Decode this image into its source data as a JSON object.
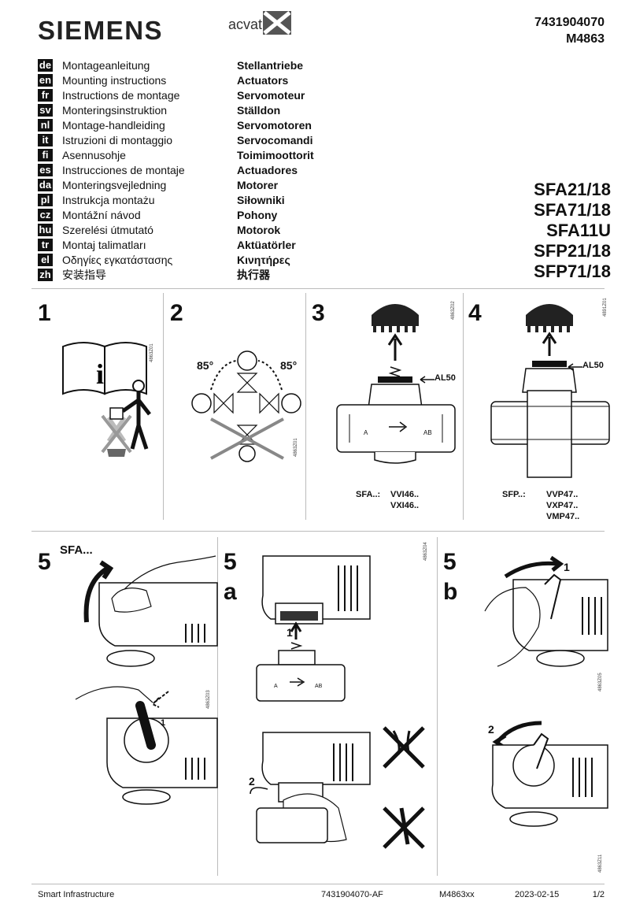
{
  "header": {
    "brand": "SIEMENS",
    "product_family": "acvatix",
    "doc_number": "7431904070",
    "doc_model": "M4863"
  },
  "languages": [
    {
      "code": "de",
      "label": "Montageanleitung",
      "product": "Stellantriebe"
    },
    {
      "code": "en",
      "label": "Mounting instructions",
      "product": "Actuators"
    },
    {
      "code": "fr",
      "label": "Instructions de montage",
      "product": "Servomoteur"
    },
    {
      "code": "sv",
      "label": "Monteringsinstruktion",
      "product": "Ställdon"
    },
    {
      "code": "nl",
      "label": "Montage-handleiding",
      "product": "Servomotoren"
    },
    {
      "code": "it",
      "label": "Istruzioni di montaggio",
      "product": "Servocomandi"
    },
    {
      "code": "fi",
      "label": "Asennusohje",
      "product": "Toimimoottorit"
    },
    {
      "code": "es",
      "label": "Instrucciones de montaje",
      "product": "Actuadores"
    },
    {
      "code": "da",
      "label": "Monteringsvejledning",
      "product": "Motorer"
    },
    {
      "code": "pl",
      "label": "Instrukcja montażu",
      "product": "Siłowniki"
    },
    {
      "code": "cz",
      "label": "Montážní návod",
      "product": "Pohony"
    },
    {
      "code": "hu",
      "label": "Szerelési útmutató",
      "product": "Motorok"
    },
    {
      "code": "tr",
      "label": "Montaj talimatları",
      "product": "Aktüatörler"
    },
    {
      "code": "el",
      "label": "Οδηγίες εγκατάστασης",
      "product": "Κινητήρες"
    },
    {
      "code": "zh",
      "label": "安装指导",
      "product": "执行器"
    }
  ],
  "models": [
    "SFA21/18",
    "SFA71/18",
    "SFA11U",
    "SFP21/18",
    "SFP71/18"
  ],
  "steps": {
    "s1": {
      "num": "1",
      "code": "4863Z01"
    },
    "s2": {
      "num": "2",
      "angle_left": "85°",
      "angle_right": "85°",
      "code": "4863Z01"
    },
    "s3": {
      "num": "3",
      "code": "4863Z02",
      "al": "AL50",
      "port_a": "A",
      "port_ab": "AB",
      "series": "SFA..:",
      "valve1": "VVI46..",
      "valve2": "VXI46.."
    },
    "s4": {
      "num": "4",
      "code": "4891Z01",
      "al": "AL50",
      "series": "SFP..:",
      "valve1": "VVP47..",
      "valve2": "VXP47..",
      "valve3": "VMP47.."
    },
    "s5": {
      "num": "5",
      "label": "SFA...",
      "code": "4863Z03",
      "marker": "1"
    },
    "s5a": {
      "num": "5",
      "sub": "a",
      "code": "4863Z04",
      "marker1": "1",
      "marker2": "2",
      "port_a": "A",
      "port_ab": "AB"
    },
    "s5b": {
      "num": "5",
      "sub": "b",
      "code1": "4863Z05",
      "code2": "4863Z11",
      "marker1": "1",
      "marker2": "2"
    }
  },
  "footer": {
    "company": "Smart Infrastructure",
    "doc_ref": "7431904070-AF",
    "model_ref": "M4863xx",
    "date": "2023-02-15",
    "page": "1/2"
  }
}
